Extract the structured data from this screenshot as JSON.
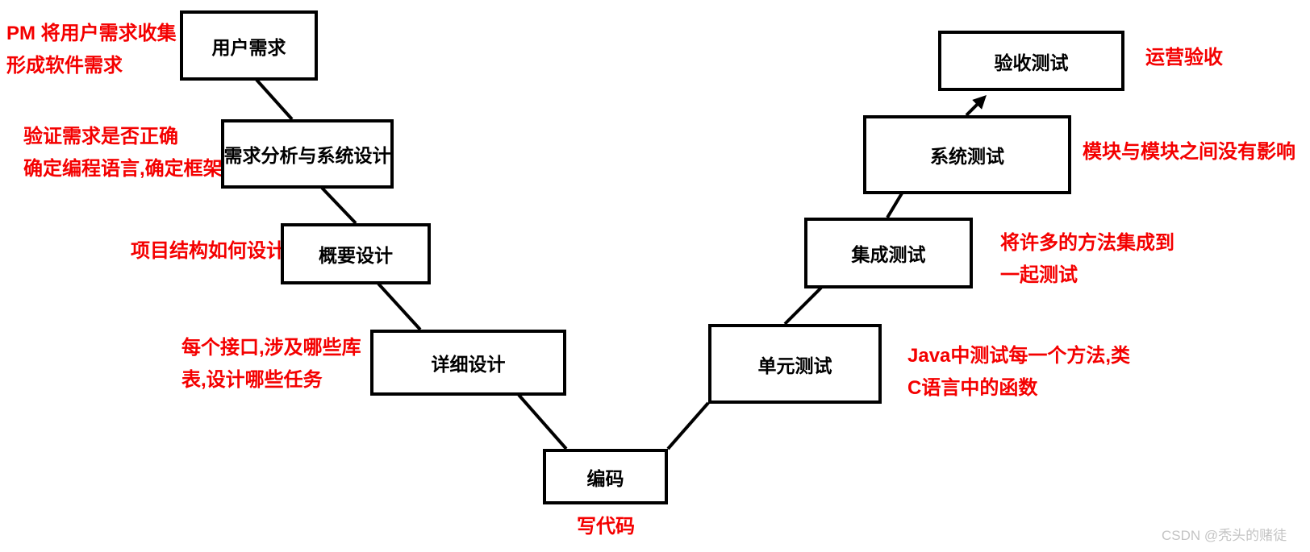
{
  "diagram_title": "V-model software development diagram",
  "nodes": {
    "user_requirements": "用户需求",
    "requirements_analysis": "需求分析与系统设计",
    "high_level_design": "概要设计",
    "detailed_design": "详细设计",
    "coding": "编码",
    "unit_testing": "单元测试",
    "integration_testing": "集成测试",
    "system_testing": "系统测试",
    "acceptance_testing": "验收测试"
  },
  "annotations": {
    "user_requirements": {
      "line1": "PM 将用户需求收集",
      "line2": "形成软件需求"
    },
    "requirements_analysis": {
      "line1": "验证需求是否正确",
      "line2": "确定编程语言,确定框架"
    },
    "high_level_design": {
      "line1": "项目结构如何设计"
    },
    "detailed_design": {
      "line1": "每个接口,涉及哪些库",
      "line2": "表,设计哪些任务"
    },
    "coding": {
      "line1": "写代码"
    },
    "unit_testing": {
      "line1": "Java中测试每一个方法,类",
      "line2": "C语言中的函数"
    },
    "integration_testing": {
      "line1": "将许多的方法集成到",
      "line2": "一起测试"
    },
    "system_testing": {
      "line1": "模块与模块之间没有影响"
    },
    "acceptance_testing": {
      "line1": "运营验收"
    }
  },
  "watermark": "CSDN @秃头的赌徒",
  "colors": {
    "annotation": "#f40000",
    "node_border": "#000000",
    "watermark": "#c4c4c4"
  }
}
